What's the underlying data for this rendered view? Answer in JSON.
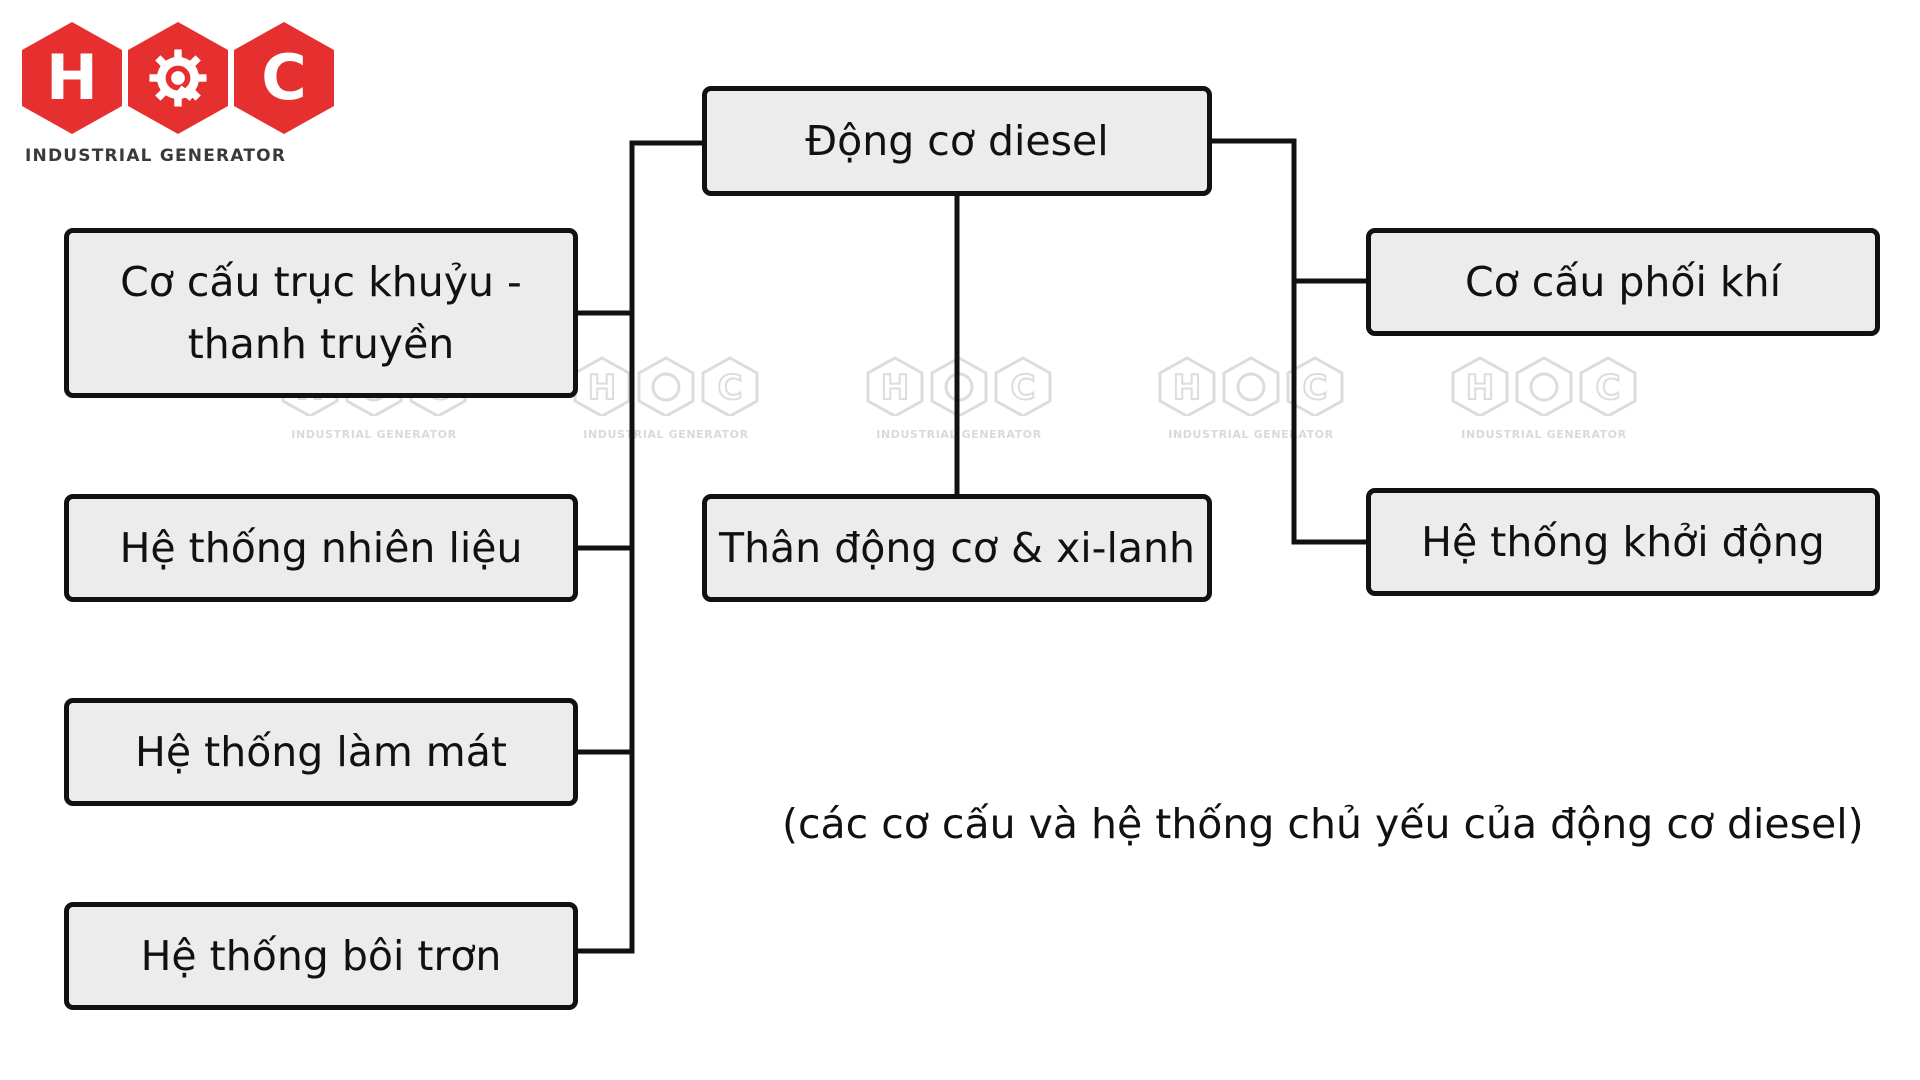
{
  "logo": {
    "letters": [
      "H",
      "C"
    ],
    "tagline": "INDUSTRIAL GENERATOR",
    "brand_color": "#e63030",
    "gear_icon": "gear-icon"
  },
  "watermark": {
    "letters": [
      "H",
      "C"
    ],
    "tagline": "INDUSTRIAL GENERATOR"
  },
  "diagram": {
    "root": "Động cơ diesel",
    "left_branch": [
      [
        "Cơ cấu trục khuỷu -",
        "thanh truyền"
      ],
      "Hệ thống nhiên liệu",
      "Hệ thống làm mát",
      "Hệ thống bôi trơn"
    ],
    "center_branch": "Thân động cơ & xi-lanh",
    "right_branch": [
      "Cơ cấu phối khí",
      "Hệ thống khởi động"
    ],
    "box_fill": "#ececec",
    "line_color": "#111111"
  },
  "caption": "(các cơ cấu và hệ thống chủ yếu của động cơ diesel)"
}
